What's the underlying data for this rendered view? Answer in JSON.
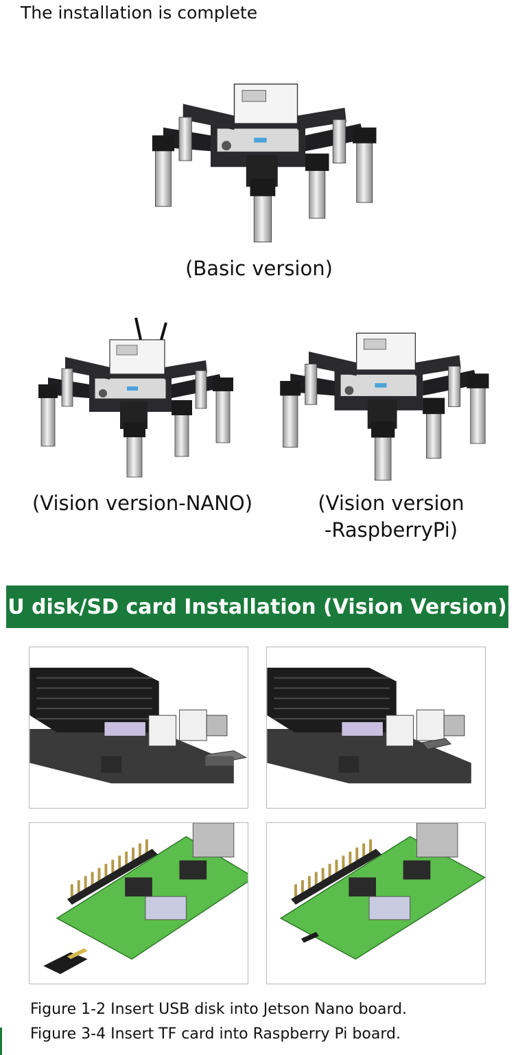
{
  "page": {
    "title": "The installation is complete"
  },
  "robots": {
    "basic_caption": "(Basic version)",
    "nano_caption": "(Vision version-NANO)",
    "pi_caption_line1": "(Vision version",
    "pi_caption_line2": "-RaspberryPi)"
  },
  "section": {
    "heading": "U disk/SD card Installation (Vision Version)"
  },
  "figures": {
    "caption_1": "Figure 1-2 Insert USB disk into Jetson Nano board.",
    "caption_2": "Figure 3-4 Insert TF card into Raspberry Pi board."
  }
}
